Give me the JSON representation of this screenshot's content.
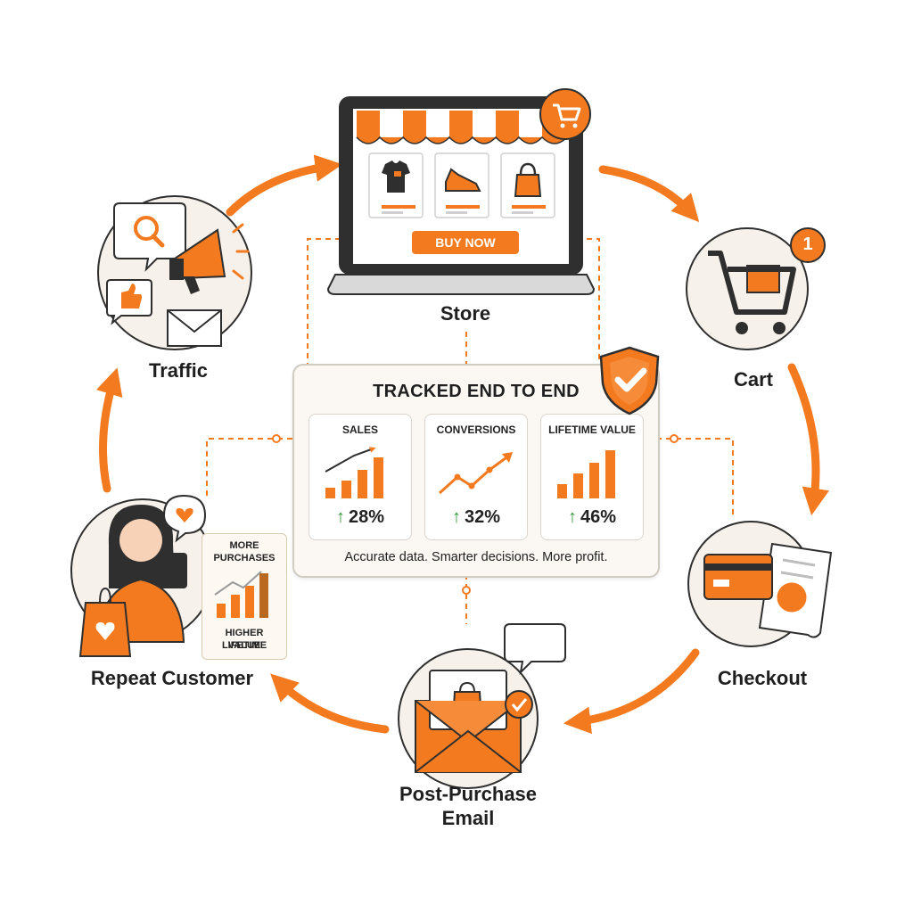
{
  "colors": {
    "accent": "#f47a1f",
    "accent_dark": "#d8600c",
    "ink": "#1f1f1f",
    "up_arrow": "#2f9a3a",
    "node_bg": "#f6f1ea"
  },
  "nodes": {
    "store": {
      "label": "Store",
      "button": "BUY NOW",
      "icon": "storefront-laptop-icon"
    },
    "cart": {
      "label": "Cart",
      "badge": "1",
      "icon": "shopping-cart-icon"
    },
    "checkout": {
      "label": "Checkout",
      "icon": "credit-card-receipt-icon"
    },
    "email": {
      "label_line1": "Post-Purchase",
      "label_line2": "Email",
      "icon": "envelope-icon"
    },
    "repeat": {
      "label": "Repeat Customer",
      "icon": "customer-with-bags-icon",
      "card_top_1": "MORE",
      "card_top_2": "PURCHASES",
      "card_bottom_1": "HIGHER LIFETIME",
      "card_bottom_2": "VALUE"
    },
    "traffic": {
      "label": "Traffic",
      "icon": "megaphone-icon"
    }
  },
  "panel": {
    "title": "TRACKED END TO END",
    "tagline": "Accurate data. Smarter decisions. More profit.",
    "metrics": [
      {
        "title": "SALES",
        "value": "28%",
        "chart": "bars-with-trend-arrow"
      },
      {
        "title": "CONVERSIONS",
        "value": "32%",
        "chart": "line-trend"
      },
      {
        "title": "LIFETIME VALUE",
        "value": "46%",
        "chart": "bars"
      }
    ]
  }
}
